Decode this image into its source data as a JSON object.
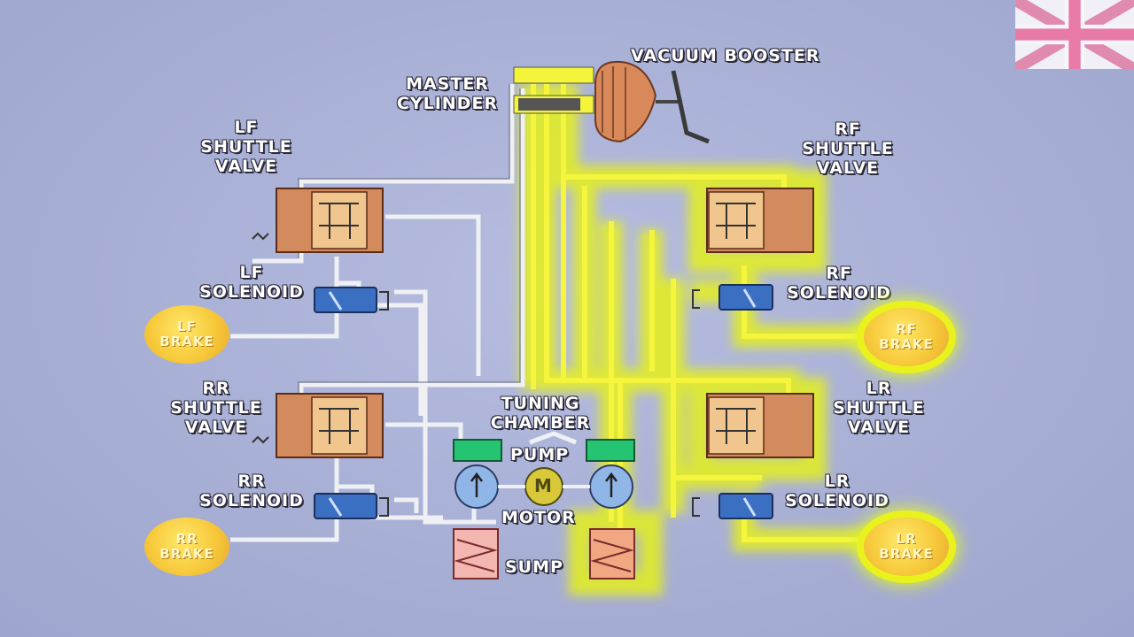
{
  "labels": {
    "vacuum_booster": "VACUUM BOOSTER",
    "master_cylinder": [
      "MASTER",
      "CYLINDER"
    ],
    "lf_shuttle_valve": [
      "LF",
      "SHUTTLE",
      "VALVE"
    ],
    "rf_shuttle_valve": [
      "RF",
      "SHUTTLE",
      "VALVE"
    ],
    "rr_shuttle_valve": [
      "RR",
      "SHUTTLE",
      "VALVE"
    ],
    "lr_shuttle_valve": [
      "LR",
      "SHUTTLE",
      "VALVE"
    ],
    "lf_solenoid": [
      "LF",
      "SOLENOID"
    ],
    "rf_solenoid": [
      "RF",
      "SOLENOID"
    ],
    "rr_solenoid": [
      "RR",
      "SOLENOID"
    ],
    "lr_solenoid": [
      "LR",
      "SOLENOID"
    ],
    "tuning_chamber": [
      "TUNING",
      "CHAMBER"
    ],
    "pump": "PUMP",
    "motor": "MOTOR",
    "motor_symbol": "M",
    "sump": "SUMP"
  },
  "brakes": {
    "lf": [
      "LF",
      "BRAKE"
    ],
    "rf": [
      "RF",
      "BRAKE"
    ],
    "rr": [
      "RR",
      "BRAKE"
    ],
    "lr": [
      "LR",
      "BRAKE"
    ]
  },
  "colors": {
    "background": "#a9b0d6",
    "line": "#f2f2f2",
    "active_line": "#f4f43a",
    "glow": "#e9f21c",
    "valve_body": "#d38a5c",
    "solenoid": "#3b6fc2",
    "pump_head": "#24c472",
    "brake": "#f7c93b"
  },
  "flag_icon": "union-jack-flag-icon"
}
